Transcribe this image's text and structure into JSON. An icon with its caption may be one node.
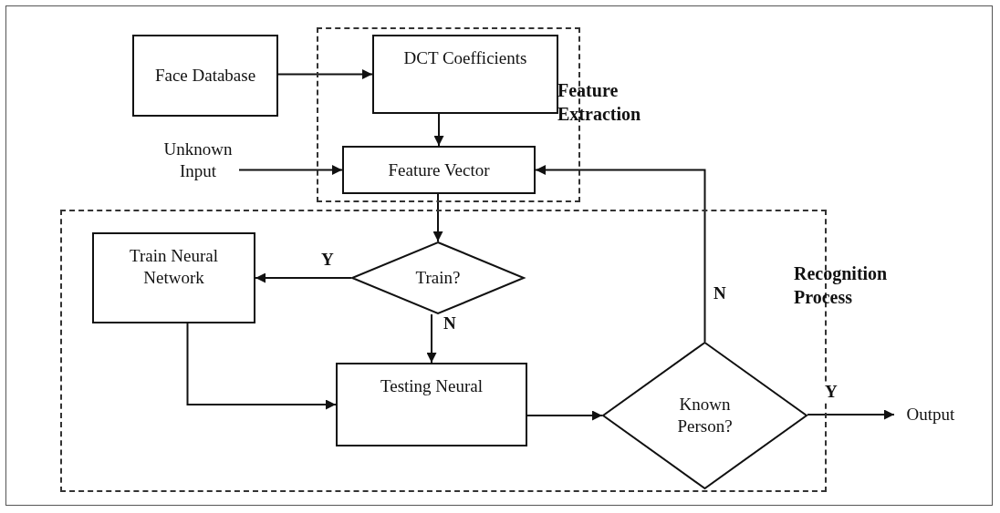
{
  "diagram": {
    "nodes": [
      {
        "text": [
          "Feature Extraction"
        ]
      },
      {
        "text": [
          "Recognition Process"
        ]
      },
      {
        "text": [
          "Face Database"
        ]
      },
      {
        "text": [
          "DCT Coefficients"
        ],
        "in": 0
      },
      {
        "text": [
          "Feature Vector"
        ],
        "in": 0
      },
      {
        "text": [
          "Unknown Input"
        ]
      },
      {
        "text": [
          "Train?"
        ],
        "in": 1
      },
      {
        "text": [
          "Train Neural Network"
        ],
        "in": 1
      },
      {
        "text": [
          "Testing Neural"
        ],
        "in": 1
      },
      {
        "text": [
          "Known Person?"
        ],
        "in": 1
      },
      {
        "text": [
          "Output"
        ]
      }
    ],
    "edges": [
      {
        "from": 2,
        "to": 3,
        "arrow": "to"
      },
      {
        "from": 3,
        "to": 4,
        "arrow": "to"
      },
      {
        "from": 5,
        "to": 4,
        "arrow": "to"
      },
      {
        "from": 4,
        "to": 6,
        "arrow": "to"
      },
      {
        "from": 6,
        "to": 7,
        "arrow": "to",
        "label": "Y"
      },
      {
        "from": 6,
        "to": 8,
        "arrow": "to",
        "label": "N"
      },
      {
        "from": 7,
        "to": 8,
        "arrow": "to"
      },
      {
        "from": 8,
        "to": 9,
        "arrow": "to"
      },
      {
        "from": 9,
        "to": 4,
        "arrow": "to",
        "label": "N"
      },
      {
        "from": 9,
        "to": 10,
        "arrow": "to",
        "label": "Y"
      }
    ]
  }
}
